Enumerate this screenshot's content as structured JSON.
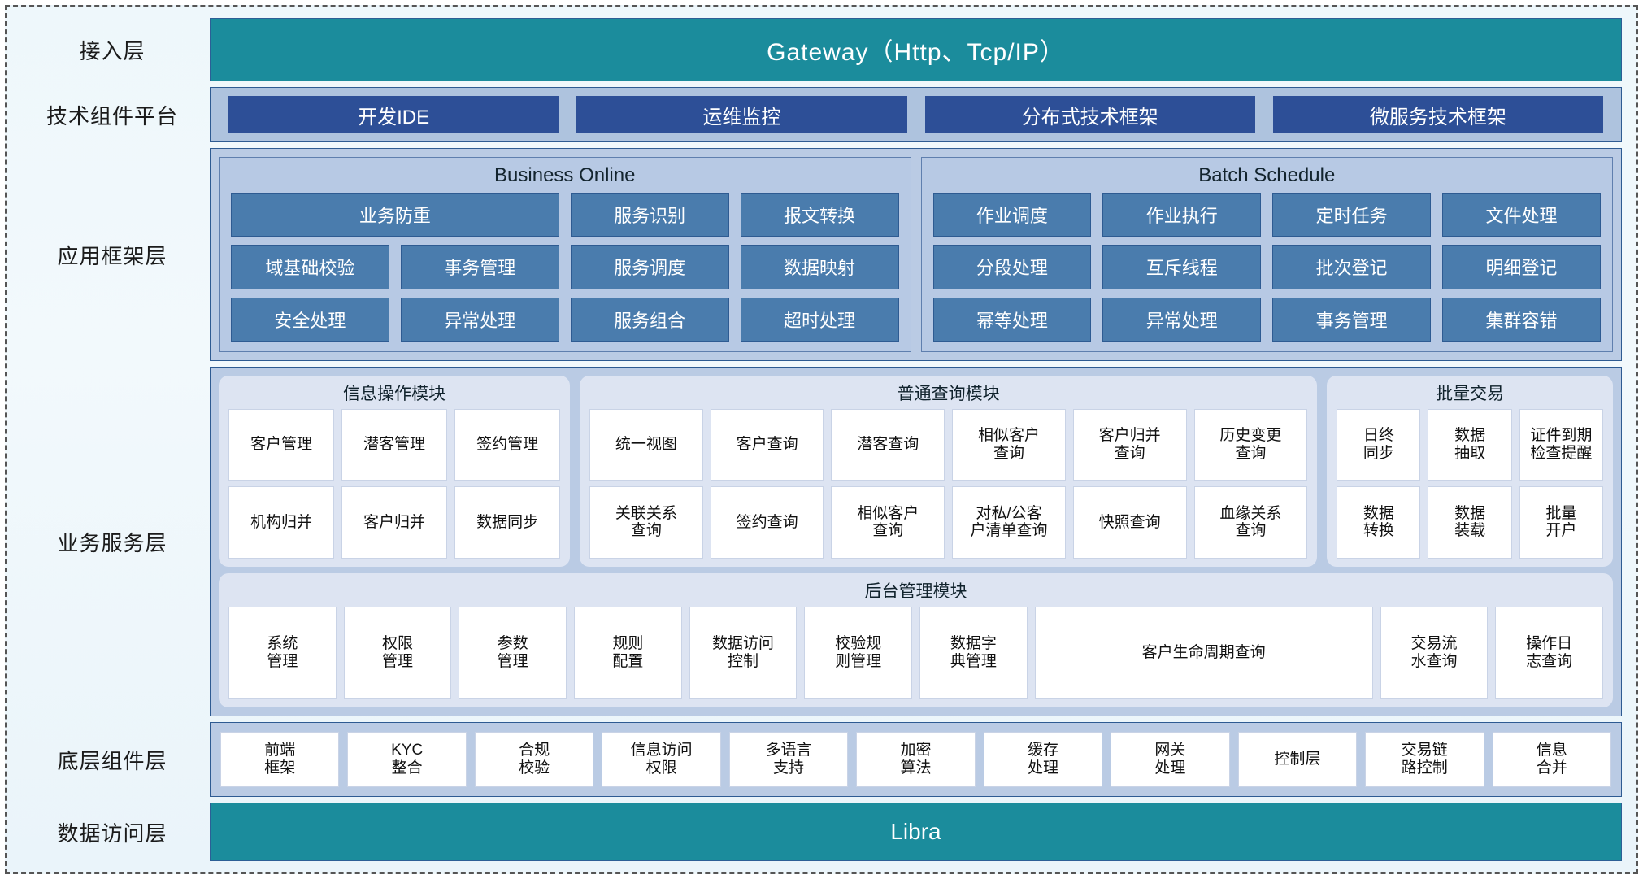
{
  "colors": {
    "teal": "#1b8c9c",
    "dark_blue": "#2d4f97",
    "mid_blue": "#4a7cad",
    "panel_blue": "#bacbe4",
    "light_panel": "#dde4f2"
  },
  "layers": {
    "access": {
      "label": "接入层",
      "gateway": "Gateway（Http、Tcp/IP）"
    },
    "tech_platform": {
      "label": "技术组件平台",
      "items": [
        "开发IDE",
        "运维监控",
        "分布式技术框架",
        "微服务技术框架"
      ]
    },
    "app_framework": {
      "label": "应用框架层",
      "groups": [
        {
          "title": "Business Online",
          "cells": [
            {
              "label": "业务防重",
              "span": 2
            },
            {
              "label": "服务识别",
              "span": 1
            },
            {
              "label": "报文转换",
              "span": 1
            },
            {
              "label": "域基础校验",
              "span": 1
            },
            {
              "label": "事务管理",
              "span": 1
            },
            {
              "label": "服务调度",
              "span": 1
            },
            {
              "label": "数据映射",
              "span": 1
            },
            {
              "label": "安全处理",
              "span": 1
            },
            {
              "label": "异常处理",
              "span": 1
            },
            {
              "label": "服务组合",
              "span": 1
            },
            {
              "label": "超时处理",
              "span": 1
            }
          ]
        },
        {
          "title": "Batch Schedule",
          "cells": [
            {
              "label": "作业调度",
              "span": 1
            },
            {
              "label": "作业执行",
              "span": 1
            },
            {
              "label": "定时任务",
              "span": 1
            },
            {
              "label": "文件处理",
              "span": 1
            },
            {
              "label": "分段处理",
              "span": 1
            },
            {
              "label": "互斥线程",
              "span": 1
            },
            {
              "label": "批次登记",
              "span": 1
            },
            {
              "label": "明细登记",
              "span": 1
            },
            {
              "label": "幂等处理",
              "span": 1
            },
            {
              "label": "异常处理",
              "span": 1
            },
            {
              "label": "事务管理",
              "span": 1
            },
            {
              "label": "集群容错",
              "span": 1
            }
          ]
        }
      ]
    },
    "business_service": {
      "label": "业务服务层",
      "row1": [
        {
          "title": "信息操作模块",
          "cols": 3,
          "flex": 3.05,
          "cells": [
            "客户管理",
            "潜客管理",
            "签约管理",
            "机构归并",
            "客户归并",
            "数据同步"
          ]
        },
        {
          "title": "普通查询模块",
          "cols": 6,
          "flex": 6.6,
          "cells": [
            "统一视图",
            "客户查询",
            "潜客查询",
            "相似客户\n查询",
            "客户归并\n查询",
            "历史变更\n查询",
            "关联关系\n查询",
            "签约查询",
            "相似客户\n查询",
            "对私/公客\n户清单查询",
            "快照查询",
            "血缘关系\n查询"
          ]
        },
        {
          "title": "批量交易",
          "cols": 3,
          "flex": 2.45,
          "cells": [
            "日终\n同步",
            "数据\n抽取",
            "证件到期\n检查提醒",
            "数据\n转换",
            "数据\n装载",
            "批量\n开户"
          ]
        }
      ],
      "row2": {
        "title": "后台管理模块",
        "cells": [
          {
            "label": "系统\n管理",
            "span": 1
          },
          {
            "label": "权限\n管理",
            "span": 1
          },
          {
            "label": "参数\n管理",
            "span": 1
          },
          {
            "label": "规则\n配置",
            "span": 1
          },
          {
            "label": "数据访问\n控制",
            "span": 1
          },
          {
            "label": "校验规\n则管理",
            "span": 1
          },
          {
            "label": "数据字\n典管理",
            "span": 1
          },
          {
            "label": "客户生命周期查询",
            "span": 3
          },
          {
            "label": "交易流\n水查询",
            "span": 1
          },
          {
            "label": "操作日\n志查询",
            "span": 1
          }
        ]
      }
    },
    "bottom_component": {
      "label": "底层组件层",
      "cells": [
        "前端\n框架",
        "KYC\n整合",
        "合规\n校验",
        "信息访问\n权限",
        "多语言\n支持",
        "加密\n算法",
        "缓存\n处理",
        "网关\n处理",
        "控制层",
        "交易链\n路控制",
        "信息\n合并"
      ]
    },
    "data_access": {
      "label": "数据访问层",
      "title": "Libra"
    }
  }
}
